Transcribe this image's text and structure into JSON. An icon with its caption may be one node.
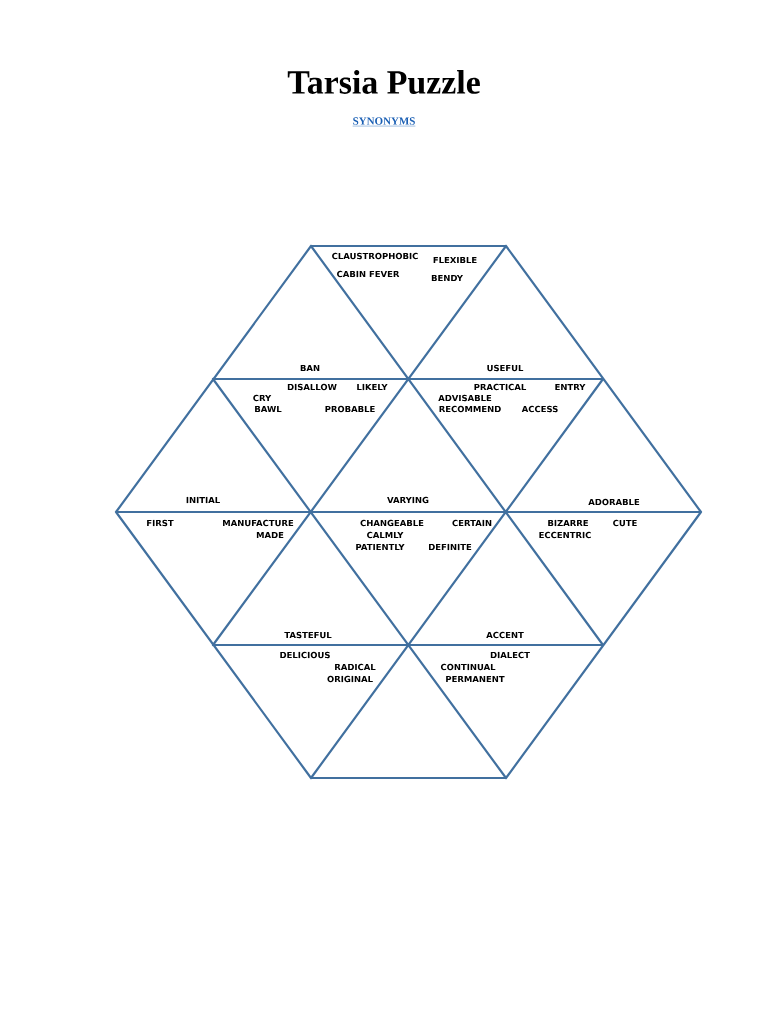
{
  "diagram": {
    "title": "Tarsia Puzzle",
    "labels": [
      "SYNONYMS",
      "CLAUSTROPHOBIC",
      "CABIN FEVER",
      "FLEXIBLE",
      "BENDY",
      "BAN",
      "USEFUL",
      "DISALLOW",
      "LIKELY",
      "PRACTICAL",
      "ENTRY",
      "CRY",
      "ADVISABLE",
      "BAWL",
      "PROBABLE",
      "RECOMMEND",
      "ACCESS",
      "INITIAL",
      "VARYING",
      "ADORABLE",
      "FIRST",
      "MANUFACTURE",
      "CHANGEABLE",
      "CERTAIN",
      "BIZARRE",
      "CUTE",
      "MADE",
      "CALMLY",
      "ECCENTRIC",
      "PATIENTLY",
      "DEFINITE",
      "TASTEFUL",
      "ACCENT",
      "DELICIOUS",
      "DIALECT",
      "RADICAL",
      "CONTINUAL",
      "ORIGINAL",
      "PERMANENT"
    ]
  }
}
